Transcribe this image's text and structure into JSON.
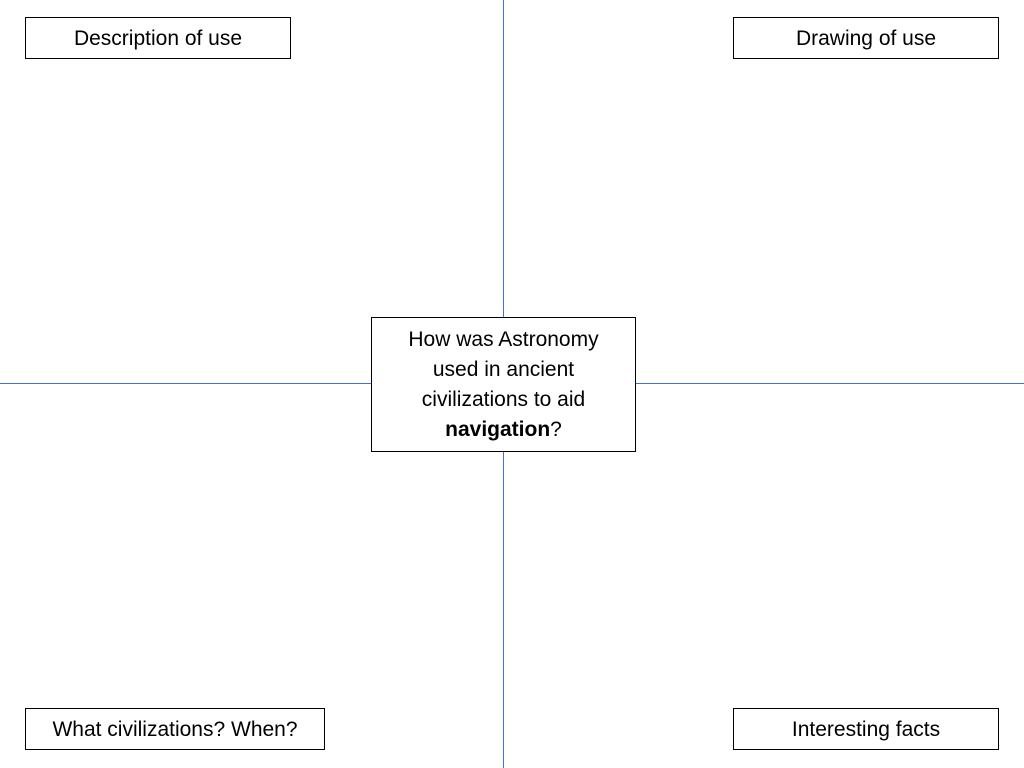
{
  "labels": {
    "top_left": "Description of use",
    "top_right": "Drawing of use",
    "bottom_left": "What civilizations? When?",
    "bottom_right": "Interesting facts"
  },
  "center": {
    "question_prefix": "How was Astronomy used in ancient civilizations to aid",
    "question_emphasis": "navigation",
    "question_suffix": "?"
  },
  "colors": {
    "divider": "#4472c4",
    "box_border": "#000000"
  }
}
